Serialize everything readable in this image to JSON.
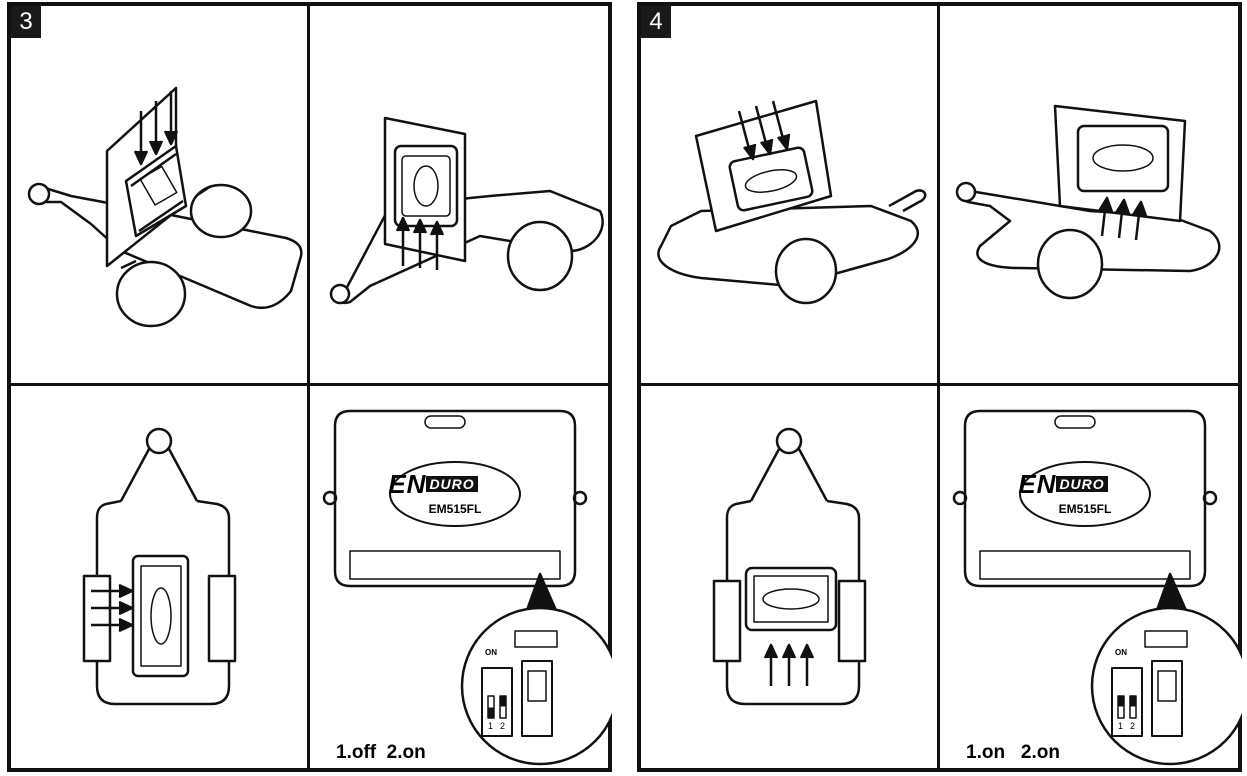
{
  "panels": [
    {
      "step": "3",
      "device": {
        "brand_en": "EN",
        "brand_duro": "DURO",
        "model": "EM515FL"
      },
      "dip": {
        "on_label": "ON",
        "switch1": "1",
        "switch2": "2",
        "caption": "1.off  2.on",
        "switch1_state": "off",
        "switch2_state": "on"
      }
    },
    {
      "step": "4",
      "device": {
        "brand_en": "EN",
        "brand_duro": "DURO",
        "model": "EM515FL"
      },
      "dip": {
        "on_label": "ON",
        "switch1": "1",
        "switch2": "2",
        "caption": "1.on   2.on",
        "switch1_state": "on",
        "switch2_state": "on"
      }
    }
  ],
  "colors": {
    "line": "#111111",
    "badge": "#1a1a1a",
    "paper": "#ffffff"
  },
  "icons": [
    "arrow-icon",
    "wheel-icon",
    "mounting-plate-icon",
    "module-icon"
  ]
}
